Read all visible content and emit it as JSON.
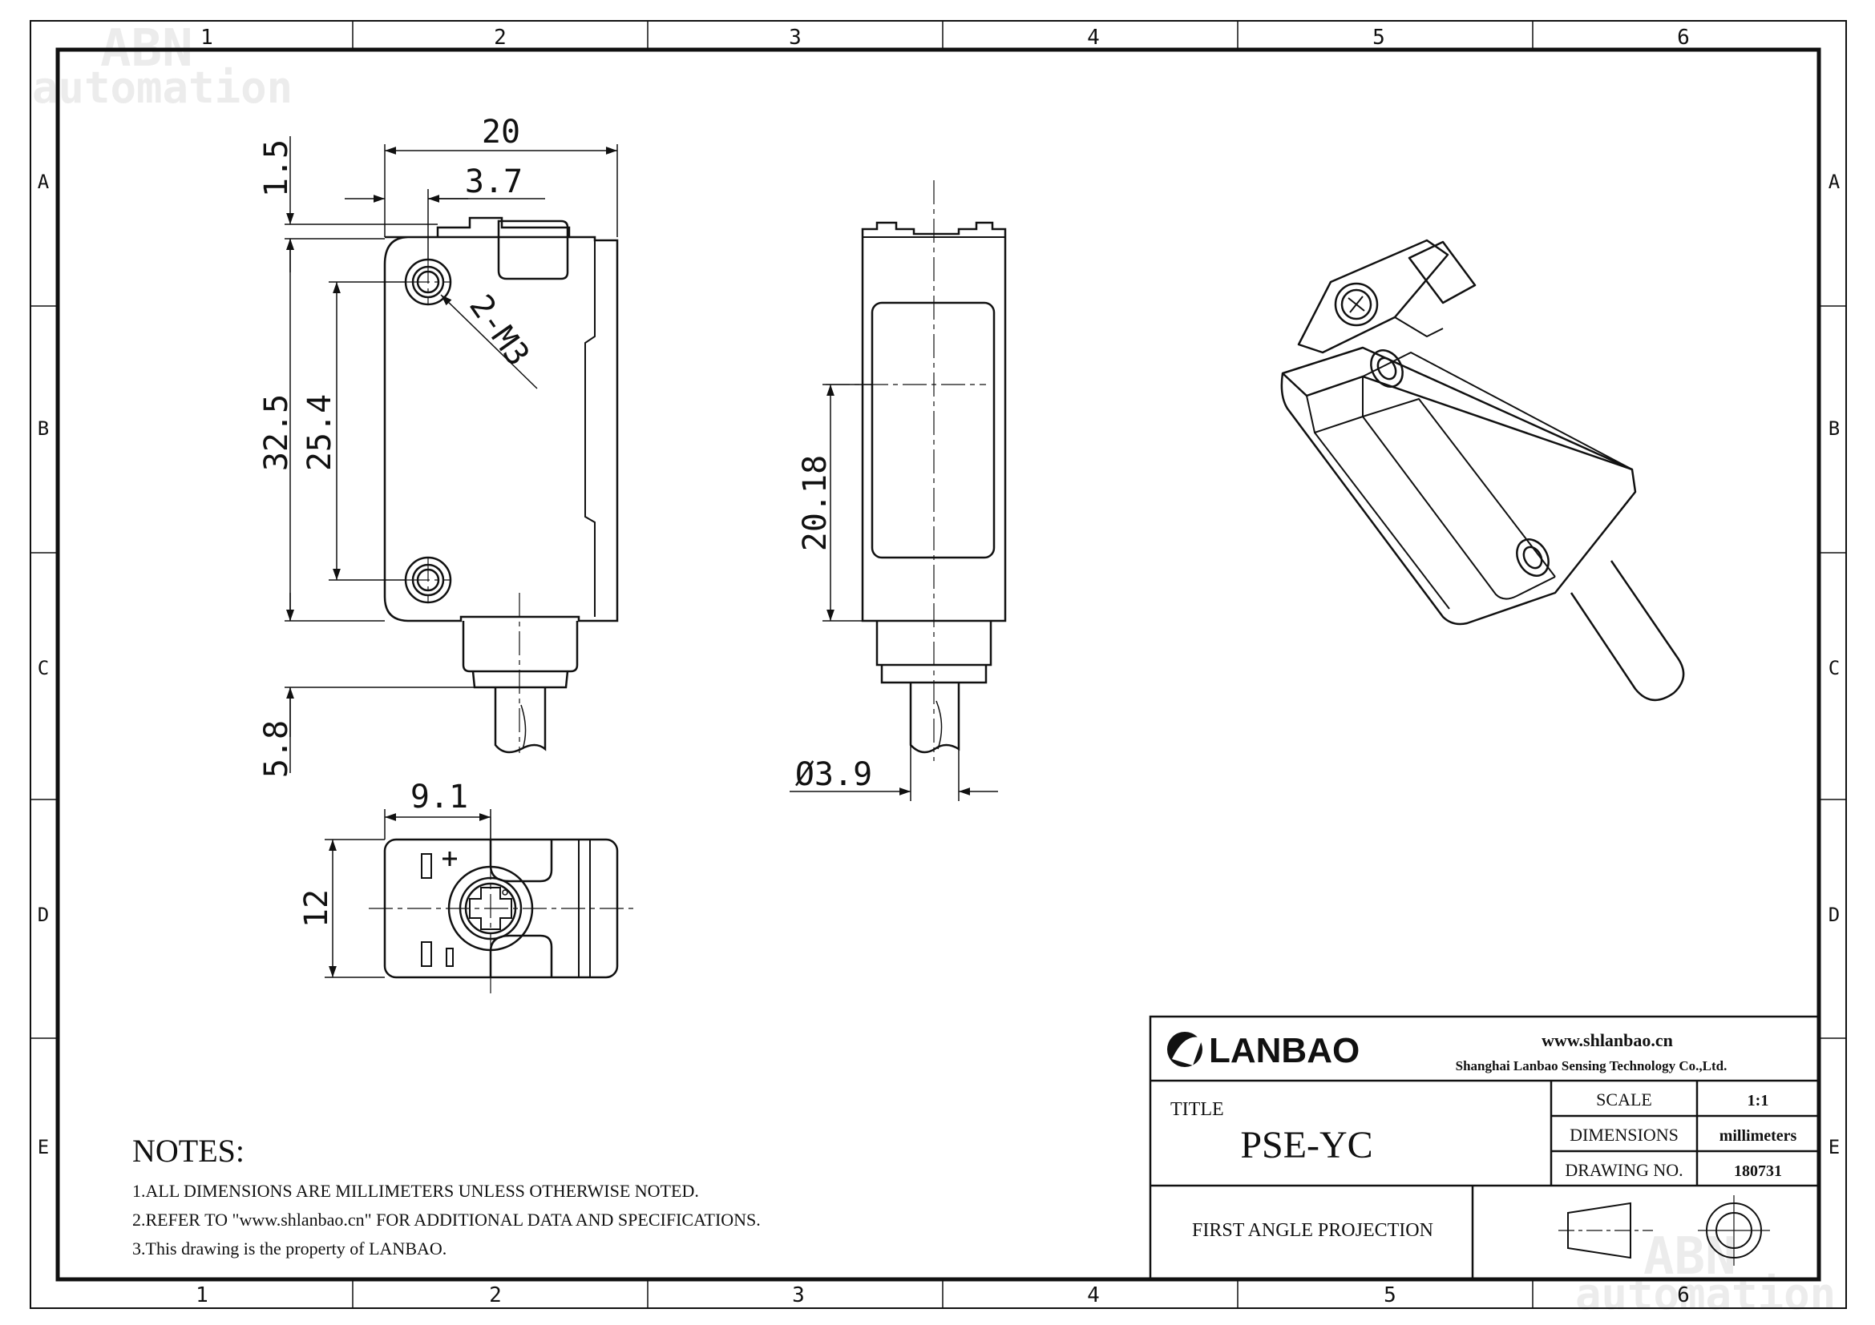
{
  "frame": {
    "columns": [
      "1",
      "2",
      "3",
      "4",
      "5",
      "6"
    ],
    "rows": [
      "A",
      "B",
      "C",
      "D",
      "E"
    ]
  },
  "watermark": {
    "brand": "ABN",
    "tagline": "automation"
  },
  "views": {
    "front": {
      "dim_width": "20",
      "dim_offset": "3.7",
      "dim_top": "1.5",
      "dim_height": "32.5",
      "dim_hole_pitch": "25.4",
      "dim_connector": "5.8",
      "hole_callout": "2-M3"
    },
    "side": {
      "dim_window": "20.18",
      "dim_cable": "Ø3.9"
    },
    "top": {
      "dim_pot": "9.1",
      "dim_depth": "12"
    }
  },
  "notes": {
    "heading": "NOTES:",
    "items": [
      "1.ALL DIMENSIONS ARE MILLIMETERS UNLESS OTHERWISE NOTED.",
      "2.REFER TO \"www.shlanbao.cn\" FOR ADDITIONAL DATA AND SPECIFICATIONS.",
      "3.This drawing is the property of LANBAO."
    ]
  },
  "title_block": {
    "logo_text": "LANBAO",
    "website": "www.shlanbao.cn",
    "company": "Shanghai Lanbao Sensing Technology Co.,Ltd.",
    "title_label": "TITLE",
    "title": "PSE-YC",
    "scale_label": "SCALE",
    "scale": "1:1",
    "dimensions_label": "DIMENSIONS",
    "dimensions": "millimeters",
    "drawing_no_label": "DRAWING NO.",
    "drawing_no": "180731",
    "projection": "FIRST ANGLE PROJECTION"
  }
}
